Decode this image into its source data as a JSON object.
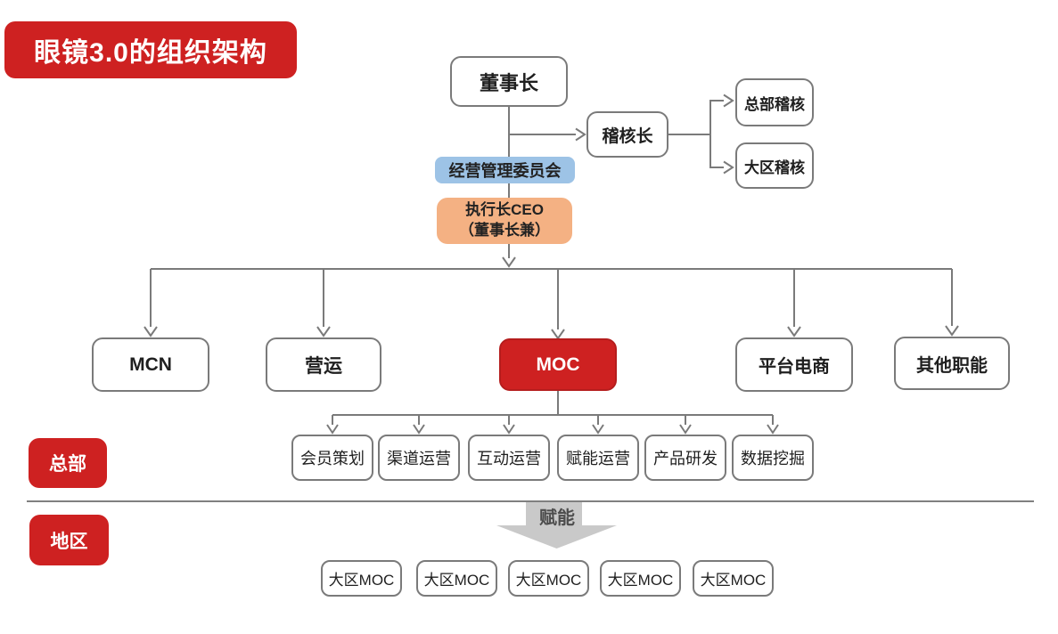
{
  "title": "眼镜3.0的组织架构",
  "colors": {
    "red": "#CE2121",
    "light_blue": "#9DC3E6",
    "orange": "#F4B183",
    "line_gray": "#7A7A7A",
    "arrow_gray": "#C9C9C9",
    "divider_gray": "#808080"
  },
  "nodes": {
    "chairman": "董事长",
    "audit_chief": "稽核长",
    "hq_audit": "总部稽核",
    "regional_audit": "大区稽核",
    "committee": "经营管理委员会",
    "ceo": {
      "line1": "执行长CEO",
      "line2": "（董事长兼）"
    }
  },
  "divisions": [
    "MCN",
    "营运",
    "MOC",
    "平台电商",
    "其他职能"
  ],
  "moc_departments": [
    "会员策划",
    "渠道运营",
    "互动运营",
    "赋能运营",
    "产品研发",
    "数据挖掘"
  ],
  "sections": {
    "headquarters": "总部",
    "region": "地区"
  },
  "enablement_arrow_label": "赋能",
  "regional_moc_boxes": [
    "大区MOC",
    "大区MOC",
    "大区MOC",
    "大区MOC",
    "大区MOC"
  ]
}
